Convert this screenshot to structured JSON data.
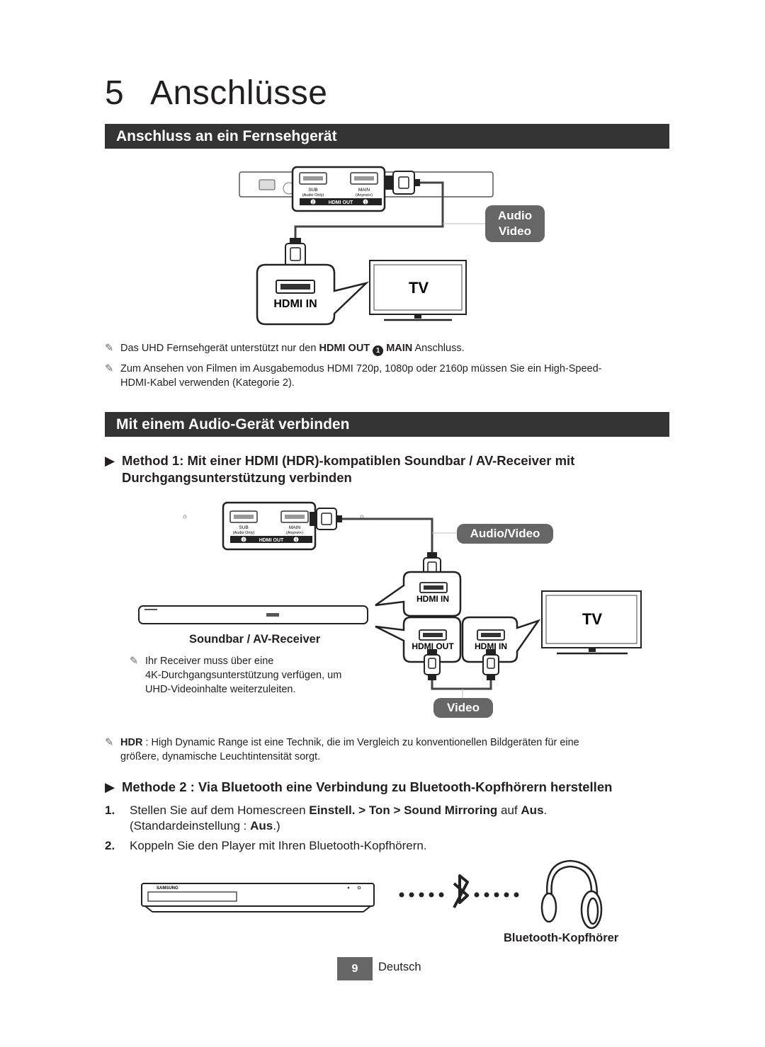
{
  "chapter": {
    "number": "5",
    "title": "Anschlüsse"
  },
  "section1": {
    "title": "Anschluss an ein Fernsehgerät",
    "diagram": {
      "port_sub": "SUB",
      "port_sub_sub": "(Audio Only)",
      "port_main": "MAIN",
      "port_main_sub": "(Anynet+)",
      "hdmi_out_label": "HDMI OUT",
      "badge_2": "2",
      "badge_1": "1",
      "audio_video_label_line1": "Audio",
      "audio_video_label_line2": "Video",
      "hdmi_in_label": "HDMI IN",
      "tv_label": "TV"
    },
    "note1": {
      "pre": "Das UHD Fernsehgerät unterstützt nur den ",
      "bold1": "HDMI OUT",
      "badge": "1",
      "bold2": "MAIN",
      "post": " Anschluss."
    },
    "note2": {
      "line1": "Zum Ansehen von Filmen im Ausgabemodus HDMI 720p, 1080p oder 2160p müssen Sie ein High-Speed-",
      "line2": "HDMI-Kabel verwenden (Kategorie 2)."
    }
  },
  "section2": {
    "title": "Mit einem Audio-Gerät verbinden",
    "method1": {
      "line1": "Method 1: Mit einer HDMI (HDR)-kompatiblen Soundbar / AV-Receiver mit",
      "line2": "Durchgangsunterstützung verbinden"
    },
    "diagram": {
      "audio_video_label": "Audio/Video",
      "hdmi_in_label": "HDMI IN",
      "hdmi_out_label": "HDMI OUT",
      "tv_label": "TV",
      "video_label": "Video",
      "soundbar_label": "Soundbar / AV-Receiver",
      "soundbar_note_line1": "Ihr Receiver muss über eine",
      "soundbar_note_line2": "4K-Durchgangsunterstützung verfügen, um",
      "soundbar_note_line3": "UHD-Videoinhalte weiterzuleiten."
    },
    "hdr_note": {
      "bold": "HDR",
      "line1": " : High Dynamic Range ist eine Technik, die im Vergleich zu konventionellen Bildgeräten für eine",
      "line2": "größere, dynamische Leuchtintensität sorgt."
    },
    "method2": "Methode 2 : Via Bluetooth eine Verbindung zu Bluetooth-Kopfhörern herstellen",
    "step1": {
      "num": "1.",
      "pre": "Stellen Sie auf dem Homescreen ",
      "b1": "Einstell.",
      "sep1": " > ",
      "b2": "Ton",
      "sep2": " > ",
      "b3": "Sound Mirroring",
      "mid": " auf ",
      "b4": "Aus",
      "end": ".",
      "line2_pre": "(Standardeinstellung : ",
      "line2_bold": "Aus",
      "line2_post": ".)"
    },
    "step2": {
      "num": "2.",
      "text": "Koppeln Sie den Player mit Ihren Bluetooth-Kopfhörern."
    },
    "headphones_label": "Bluetooth-Kopfhörer",
    "player_brand": "SAMSUNG"
  },
  "footer": {
    "page": "9",
    "language": "Deutsch"
  }
}
